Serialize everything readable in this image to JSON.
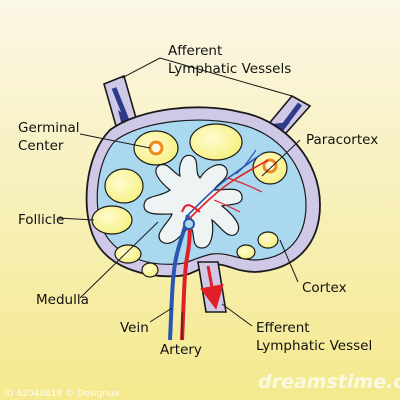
{
  "colors": {
    "bg_top": "#fbf7e6",
    "bg_bottom": "#f4e98d",
    "capsule_fill": "#cfc8e6",
    "capsule_stroke": "#1a1a1a",
    "cortex_fill": "#a9d8ef",
    "follicle_fill": "#f5f07a",
    "germinal_center": "#f08a1c",
    "artery": "#e21f26",
    "vein": "#2a55b0",
    "lymph_arrow": "#2e3a8c"
  },
  "labels": {
    "afferent": [
      "Afferent",
      "Lymphatic Vessels"
    ],
    "germinal": [
      "Germinal",
      "Center"
    ],
    "paracortex": "Paracortex",
    "follicle": "Follicle",
    "medulla": "Medulla",
    "cortex": "Cortex",
    "vein": "Vein",
    "artery": "Artery",
    "efferent": [
      "Efferent",
      "Lymphatic Vessel"
    ]
  },
  "watermark": {
    "brand": "dreamstime.com",
    "id": "ID 62048818 © Designua"
  }
}
